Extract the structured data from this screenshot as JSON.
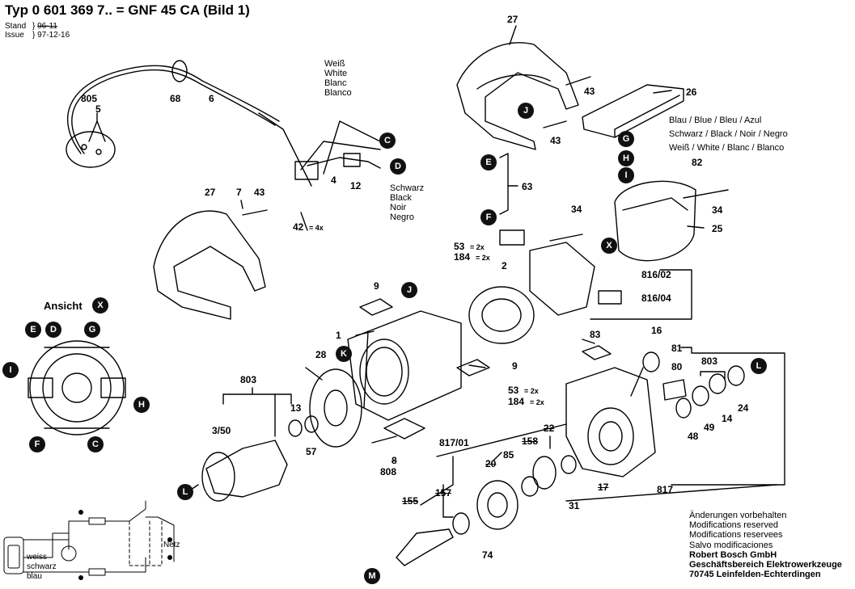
{
  "header": {
    "title": "Typ 0 601 369 7.. = GNF 45 CA  (Bild 1)",
    "stand_label": "Stand",
    "issue_label": "Issue",
    "old_date": "96-11",
    "date": "97-12-16"
  },
  "part_labels": {
    "p805": "805",
    "p5": "5",
    "p68": "68",
    "p6": "6",
    "p27a": "27",
    "p43a": "43",
    "p43b": "43",
    "p26": "26",
    "p63": "63",
    "p82": "82",
    "p34a": "34",
    "p34b": "34",
    "p25": "25",
    "p27b": "27",
    "p7": "7",
    "p43c": "43",
    "p4": "4",
    "p12": "12",
    "p42": "42",
    "p42note": "= 4x",
    "p53a": "53",
    "p53anote": "= 2x",
    "p184a": "184",
    "p184anote": "= 2x",
    "p2": "2",
    "p816_02": "816/02",
    "p816_04": "816/04",
    "p16": "16",
    "p9a": "9",
    "p1": "1",
    "p28": "28",
    "p9b": "9",
    "p53b": "53",
    "p53bnote": "= 2x",
    "p184b": "184",
    "p184bnote": "= 2x",
    "p803a": "803",
    "p13": "13",
    "p3_50": "3/50",
    "p57": "57",
    "p808": "808",
    "p8": "8",
    "p817_01": "817/01",
    "p158": "158",
    "p22": "22",
    "p20": "20",
    "p85": "85",
    "p83": "83",
    "p81": "81",
    "p80": "80",
    "p803b": "803",
    "p49": "49",
    "p14": "14",
    "p24": "24",
    "p48": "48",
    "p155": "155",
    "p157": "157",
    "p17": "17",
    "p31": "31",
    "p817": "817",
    "p74": "74"
  },
  "wire_labels": {
    "white_group": [
      "Weiß",
      "White",
      "Blanc",
      "Blanco"
    ],
    "black_group": [
      "Schwarz",
      "Black",
      "Noir",
      "Negro"
    ],
    "blue_line": "Blau / Blue / Bleu / Azul",
    "black_line": "Schwarz / Black / Noir / Negro",
    "white_line": "Weiß / White / Blanc / Blanco"
  },
  "callouts": {
    "C1": "C",
    "D1": "D",
    "J1": "J",
    "G1": "G",
    "H1": "H",
    "I1": "I",
    "E1": "E",
    "F1": "F",
    "X1": "X",
    "J2": "J",
    "K1": "K",
    "L1": "L",
    "L2": "L",
    "M1": "M",
    "X2": "X",
    "E2": "E",
    "D2": "D",
    "G2": "G",
    "I2": "I",
    "H2": "H",
    "F2": "F",
    "C2": "C"
  },
  "ansicht": {
    "label": "Ansicht"
  },
  "schematic": {
    "weiss": "weiss",
    "schwarz": "schwarz",
    "blau": "blau",
    "netz": "Netz"
  },
  "footer": {
    "lines": [
      "Änderungen vorbehalten",
      "Modifications reserved",
      "Modifications reservees",
      "Salvo modificaciones"
    ],
    "company": [
      "Robert Bosch GmbH",
      "Geschäftsbereich Elektrowerkzeuge",
      "70745 Leinfelden-Echterdingen"
    ]
  }
}
